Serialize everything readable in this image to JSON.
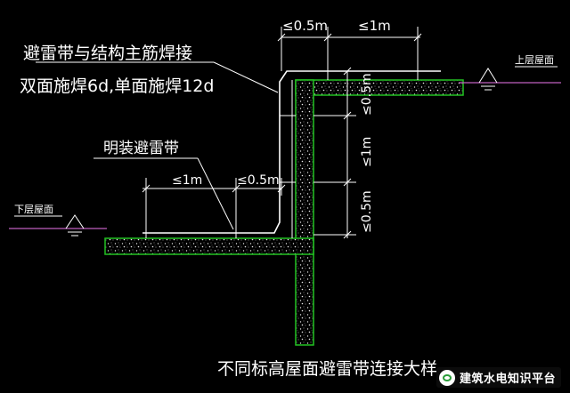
{
  "labels": {
    "weld_line1": "避雷带与结构主筋焊接",
    "weld_line2": "双面施焊6d,单面施焊12d",
    "exposed_strip": "明装避雷带",
    "upper_roof": "上层屋面",
    "lower_roof": "下层屋面",
    "title": "不同标高屋面避雷带连接大样"
  },
  "dimensions": {
    "top_le_05": "≤0.5m",
    "top_le_1": "≤1m",
    "right_le_05_top": "≤0.5m",
    "right_le_1": "≤1m",
    "right_le_05_bottom": "≤0.5m",
    "lower_le_1": "≤1m",
    "lower_le_05": "≤0.5m"
  },
  "watermark": "建筑水电知识平台",
  "colors": {
    "background": "#000000",
    "line": "#ffffff",
    "concrete_border": "#22c322",
    "roof_line": "#c060c0"
  }
}
